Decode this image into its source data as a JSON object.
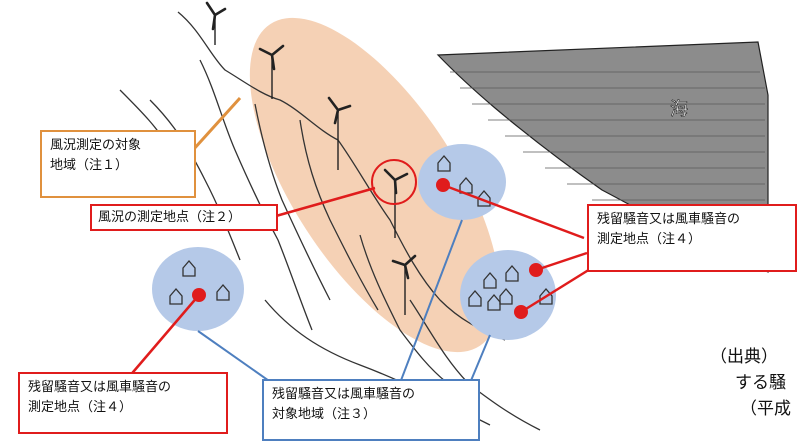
{
  "labels": {
    "wind_area": [
      "風況測定の対象",
      "地域（注１）"
    ],
    "wind_point": "風況の測定地点（注２）",
    "noise_point_right": [
      "残留騒音又は風車騒音の",
      "測定地点（注４）"
    ],
    "noise_point_left": [
      "残留騒音又は風車騒音の",
      "測定地点（注４）"
    ],
    "noise_area": [
      "残留騒音又は風車騒音の",
      "対象地域（注３）"
    ],
    "sea": "海"
  },
  "source_note": [
    "（出典）",
    "する騒",
    "（平成"
  ],
  "colors": {
    "wind_area_fill": "#f3c9a8",
    "wind_area_border": "#e0913e",
    "red": "#e01c1c",
    "blue_fill": "#b5c9e8",
    "blue_line": "#4e7fbf"
  }
}
